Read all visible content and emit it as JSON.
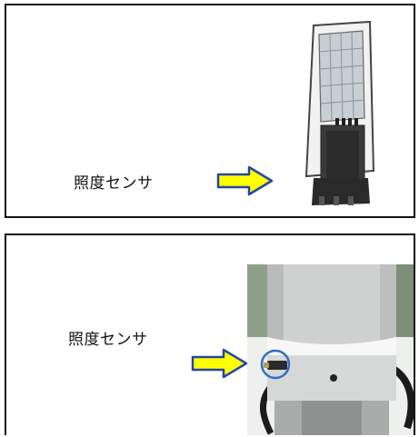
{
  "panels": [
    {
      "label": "照度センサ",
      "illustration": "solar-street-light-top-sensor"
    },
    {
      "label": "照度センサ",
      "illustration": "pole-sensor-closeup"
    }
  ],
  "colors": {
    "arrow_fill": "#ffff00",
    "arrow_stroke": "#2346a6",
    "highlight_circle": "#2f6dc9"
  }
}
